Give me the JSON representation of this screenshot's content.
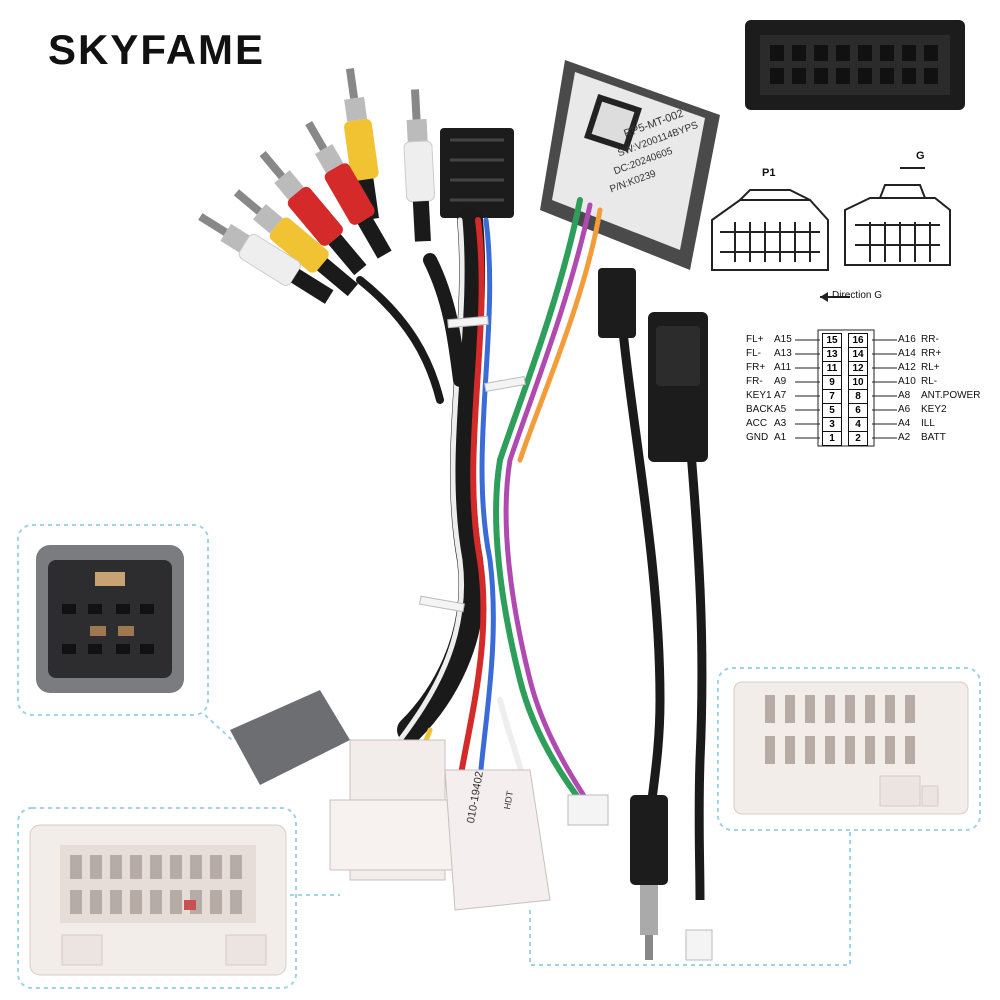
{
  "brand": "SKYFAME",
  "watermark": "SKYFAME",
  "module": {
    "model": "RP5-MT-002",
    "sw": "SW:V200114BYPS",
    "dc": "DC:20240605",
    "pn": "P/N:K0239"
  },
  "connector_labels": {
    "p1": "P1",
    "g": "G",
    "direction": "Direction G"
  },
  "pinout": {
    "left": [
      {
        "name": "FL+",
        "code": "A15",
        "pin": "15"
      },
      {
        "name": "FL-",
        "code": "A13",
        "pin": "13"
      },
      {
        "name": "FR+",
        "code": "A11",
        "pin": "11"
      },
      {
        "name": "FR-",
        "code": "A9",
        "pin": "9"
      },
      {
        "name": "KEY1",
        "code": "A7",
        "pin": "7"
      },
      {
        "name": "BACK",
        "code": "A5",
        "pin": "5"
      },
      {
        "name": "ACC",
        "code": "A3",
        "pin": "3"
      },
      {
        "name": "GND",
        "code": "A1",
        "pin": "1"
      }
    ],
    "right": [
      {
        "name": "RR-",
        "code": "A16",
        "pin": "16"
      },
      {
        "name": "RR+",
        "code": "A14",
        "pin": "14"
      },
      {
        "name": "RL+",
        "code": "A12",
        "pin": "12"
      },
      {
        "name": "RL-",
        "code": "A10",
        "pin": "10"
      },
      {
        "name": "ANT.POWER",
        "code": "A8",
        "pin": "8"
      },
      {
        "name": "KEY2",
        "code": "A6",
        "pin": "6"
      },
      {
        "name": "ILL",
        "code": "A4",
        "pin": "4"
      },
      {
        "name": "BATT",
        "code": "A2",
        "pin": "2"
      }
    ]
  },
  "connector_text": {
    "line1": "010-19402",
    "line2": "HDT"
  },
  "colors": {
    "red": "#d42a2a",
    "yellow": "#f1c232",
    "white": "#eeeeee",
    "black": "#1a1a1a",
    "callout": "#9fd3e6"
  }
}
